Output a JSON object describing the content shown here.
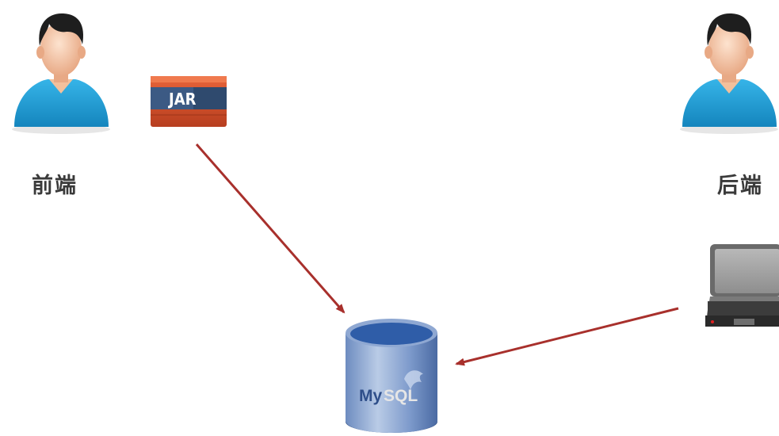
{
  "actors": {
    "frontend": {
      "label": "前端"
    },
    "backend": {
      "label": "后端"
    }
  },
  "jar": {
    "text": "JAR"
  },
  "database": {
    "logo_text_my": "My",
    "logo_text_sql": "SQL"
  },
  "colors": {
    "arrow": "#a8302c",
    "shirt": "#1f9fd6",
    "skin": "#f4c7a4",
    "hair": "#1e1e1e",
    "jar_orange": "#d9512c",
    "jar_band": "#2f4a6e",
    "db_blue": "#5a7fb8",
    "db_top": "#2f5da8",
    "laptop_gray": "#9a9a9a"
  },
  "icons": [
    "person-icon",
    "person-icon",
    "jar-icon",
    "mysql-database-icon",
    "laptop-icon"
  ]
}
